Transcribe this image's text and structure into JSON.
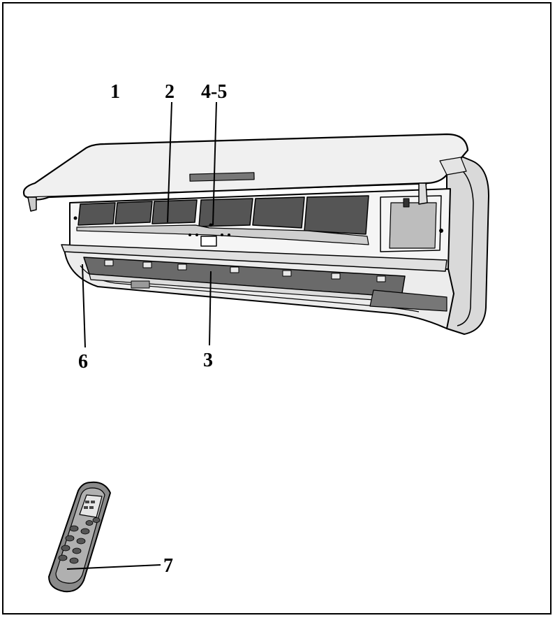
{
  "diagram": {
    "callouts": [
      {
        "id": "c1",
        "label": "1"
      },
      {
        "id": "c2",
        "label": "2"
      },
      {
        "id": "c45",
        "label": "4-5"
      },
      {
        "id": "c3",
        "label": "3"
      },
      {
        "id": "c6",
        "label": "6"
      },
      {
        "id": "c7",
        "label": "7"
      }
    ],
    "colors": {
      "outline": "#000000",
      "body": "#f3f3f3",
      "shade": "#d4d4d4",
      "dark": "#5a5a5a",
      "filter": "#555555",
      "remote": "#8a8a8a"
    },
    "icons": [
      "air-conditioner-indoor-unit-icon",
      "remote-control-icon"
    ]
  }
}
